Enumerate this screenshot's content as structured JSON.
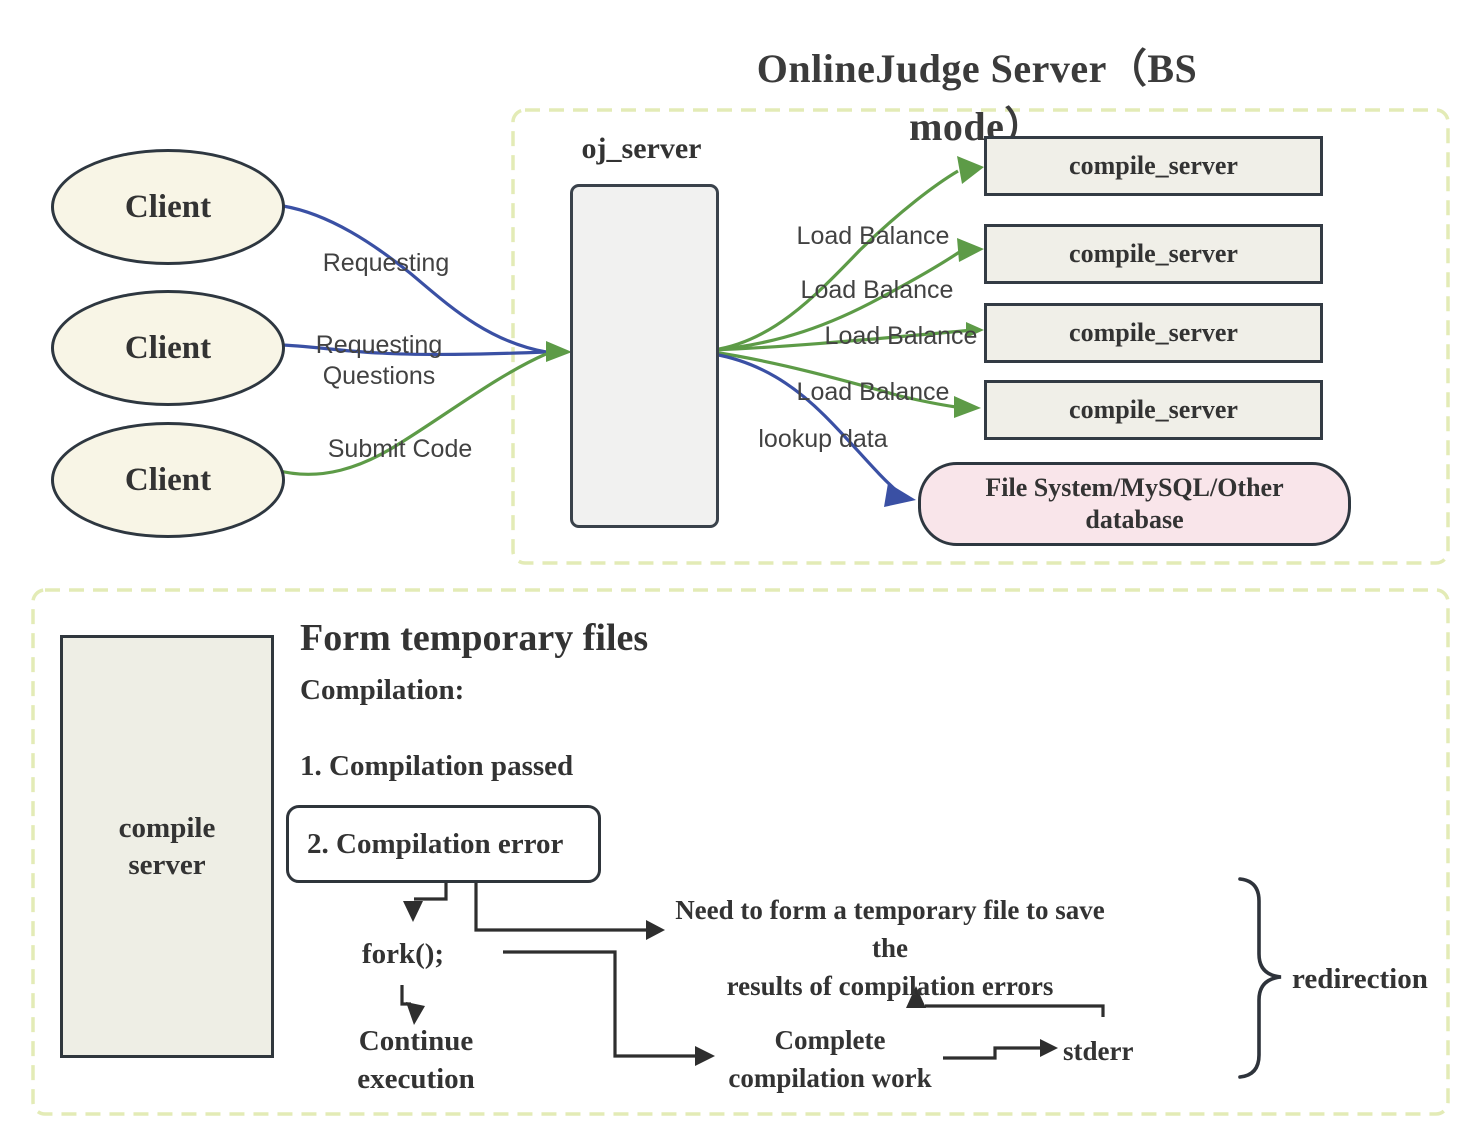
{
  "title": "OnlineJudge Server（BS mode）",
  "top": {
    "clients": [
      "Client",
      "Client",
      "Client"
    ],
    "oj_server_label": "oj_server",
    "edge_labels": {
      "requesting": "Requesting",
      "requesting_questions_line1": "Requesting",
      "requesting_questions_line2": "Questions",
      "submit_code": "Submit Code",
      "lookup_data": "lookup data"
    },
    "load_balance": [
      "Load Balance",
      "Load Balance",
      "Load Balance",
      "Load Balance"
    ],
    "compile_servers": [
      "compile_server",
      "compile_server",
      "compile_server",
      "compile_server"
    ],
    "database": {
      "line1": "File System/MySQL/Other",
      "line2": "database"
    }
  },
  "bottom": {
    "compile_server": {
      "line1": "compile",
      "line2": "server"
    },
    "heading": "Form temporary files",
    "subheading": "Compilation:",
    "item1": "1. Compilation passed",
    "item2": "2. Compilation error",
    "fork": "fork();",
    "continue": {
      "line1": "Continue",
      "line2": "execution"
    },
    "need": {
      "line1": "Need to form a temporary file to save the",
      "line2": "results of compilation errors"
    },
    "complete": {
      "line1": "Complete",
      "line2": "compilation work"
    },
    "stderr": "stderr",
    "redirection": "redirection"
  },
  "colors": {
    "arrow_blue": "#3a50a4",
    "arrow_green": "#5d9b47",
    "connector_black": "#2e2e2e",
    "dashed_border": "#e3ebb6",
    "node_fill_gray": "#f0efe8",
    "node_fill_cream": "#f8f5e6",
    "node_fill_pink": "#f9e5ea",
    "text": "#333333"
  }
}
